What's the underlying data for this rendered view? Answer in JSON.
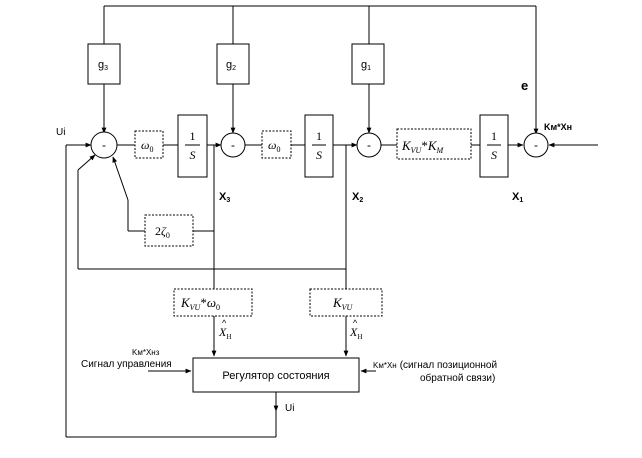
{
  "gains": {
    "g3": "g",
    "g3_sub": "3",
    "g2": "g",
    "g2_sub": "2",
    "g1": "g",
    "g1_sub": "1"
  },
  "sum_sign": "-",
  "omega0_a": {
    "base": "ω",
    "sub": "0"
  },
  "omega0_b": {
    "base": "ω",
    "sub": "0"
  },
  "integrator": {
    "num": "1",
    "den": "S"
  },
  "kvu_km": {
    "k1": "K",
    "k1_sub": "VU",
    "op": "*",
    "k2": "K",
    "k2_sub": "M"
  },
  "damping": {
    "coef": "2",
    "base": "ζ",
    "sub": "0"
  },
  "kvu_w0": {
    "k": "K",
    "k_sub": "VU",
    "op": "*",
    "w": "ω",
    "w_sub": "0"
  },
  "kvu": {
    "k": "K",
    "k_sub": "VU"
  },
  "signals": {
    "ui_top": "Ui",
    "ui_bottom": "Ui",
    "x3": "X",
    "x3_sub": "3",
    "x2": "X",
    "x2_sub": "2",
    "x1": "X",
    "x1_sub": "1",
    "e": "e",
    "km_xh": "Kм*Xн",
    "xhat_a": "X",
    "xhat_a_sub": "Н",
    "xhat_b": "X",
    "xhat_b_sub": "Н",
    "km_xhz": "Kм*Xнз",
    "control_signal": "Сигнал управления",
    "feedback_prefix": "Kм*Xн",
    "feedback_line1": "(сигнал позиционной",
    "feedback_line2": "обратной связи)"
  },
  "regulator": {
    "label": "Регулятор состояния"
  }
}
